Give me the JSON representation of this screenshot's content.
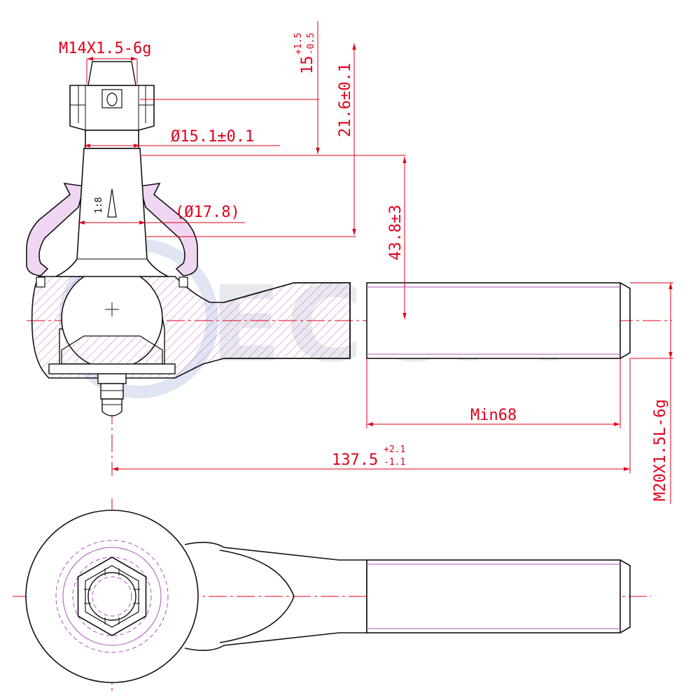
{
  "watermark": "ECCPP",
  "dimensions": {
    "thread_top": "M14X1.5-6g",
    "dia_15": "Ø15.1±0.1",
    "dia_17": "(Ø17.8)",
    "taper": "1:8",
    "height_15": "15",
    "height_15_tol_upper": "+1.5",
    "height_15_tol_lower": "-0.5",
    "height_21": "21.6±0.1",
    "height_43": "43.8±3",
    "thread_length": "Min68",
    "total_length": "137.5",
    "total_length_tol_upper": "+2.1",
    "total_length_tol_lower": "-1.1",
    "thread_end": "M20X1.5L-6g"
  },
  "colors": {
    "dimension": "#e0001b",
    "outline": "#111111",
    "hidden": "#b04fbf",
    "boot_fill": "#f1d6f3",
    "watermark": "#e7e9ee"
  }
}
